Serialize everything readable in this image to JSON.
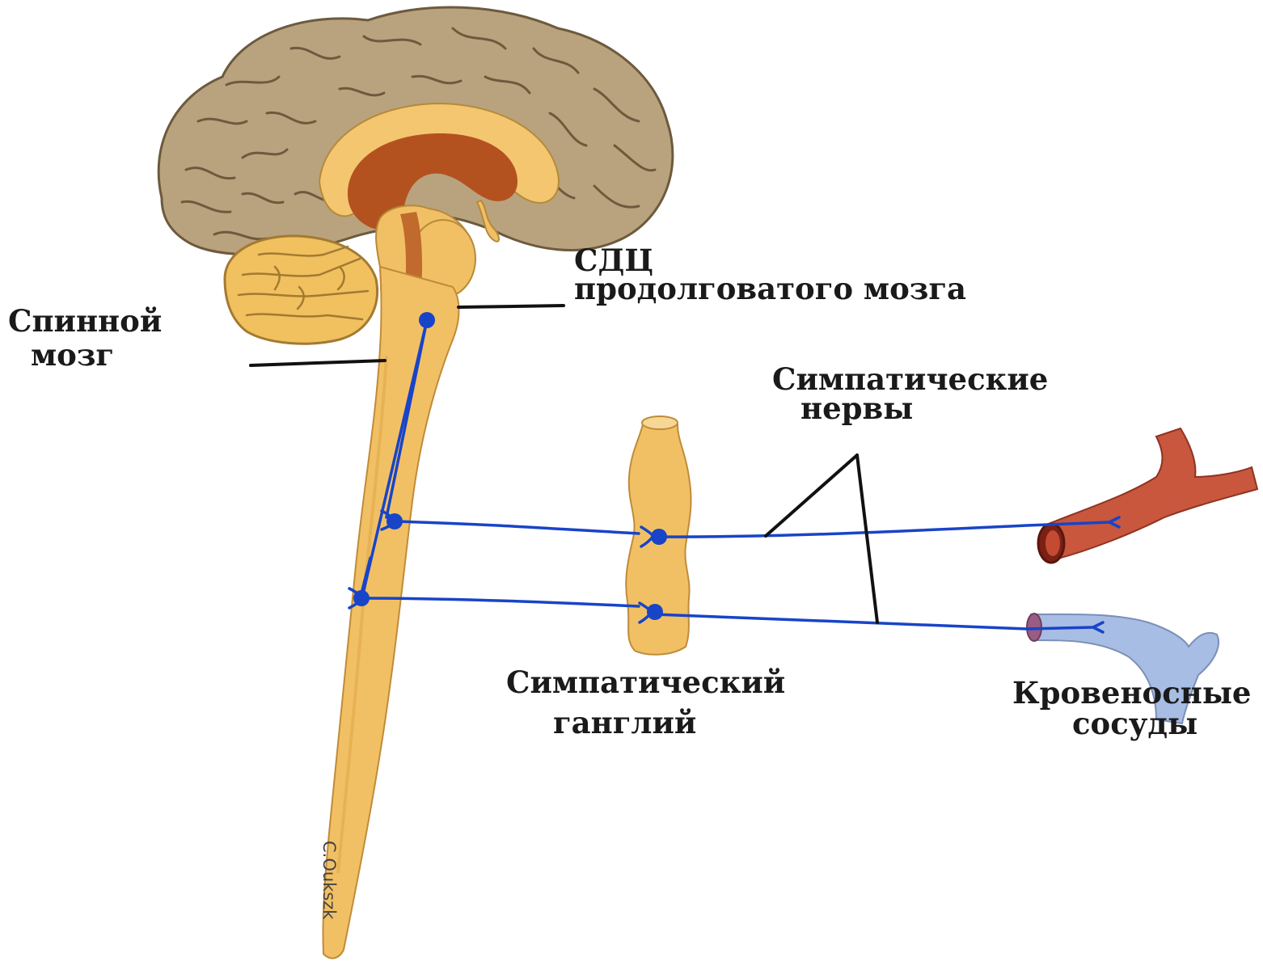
{
  "labels": {
    "sdc_line1": "СДЦ",
    "sdc_line2": "продолговатого мозга",
    "spinal_line1": "Спинной",
    "spinal_line2": "мозг",
    "nerves_line1": "Симпатические",
    "nerves_line2": "нервы",
    "ganglion_line1": "Симпатический",
    "ganglion_line2": "ганглий",
    "vessels_line1": "Кровеносные",
    "vessels_line2": "сосуды"
  },
  "artist_signature": "C.Oukszk",
  "colors": {
    "brain_cortex": "#b9a37e",
    "brain_white": "#f3c66f",
    "ventricle": "#b4521f",
    "spinal_cord": "#f2c064",
    "nerve": "#1844c8",
    "artery": "#c9573d",
    "vein": "#a8bde3",
    "leader_line": "#111111"
  }
}
